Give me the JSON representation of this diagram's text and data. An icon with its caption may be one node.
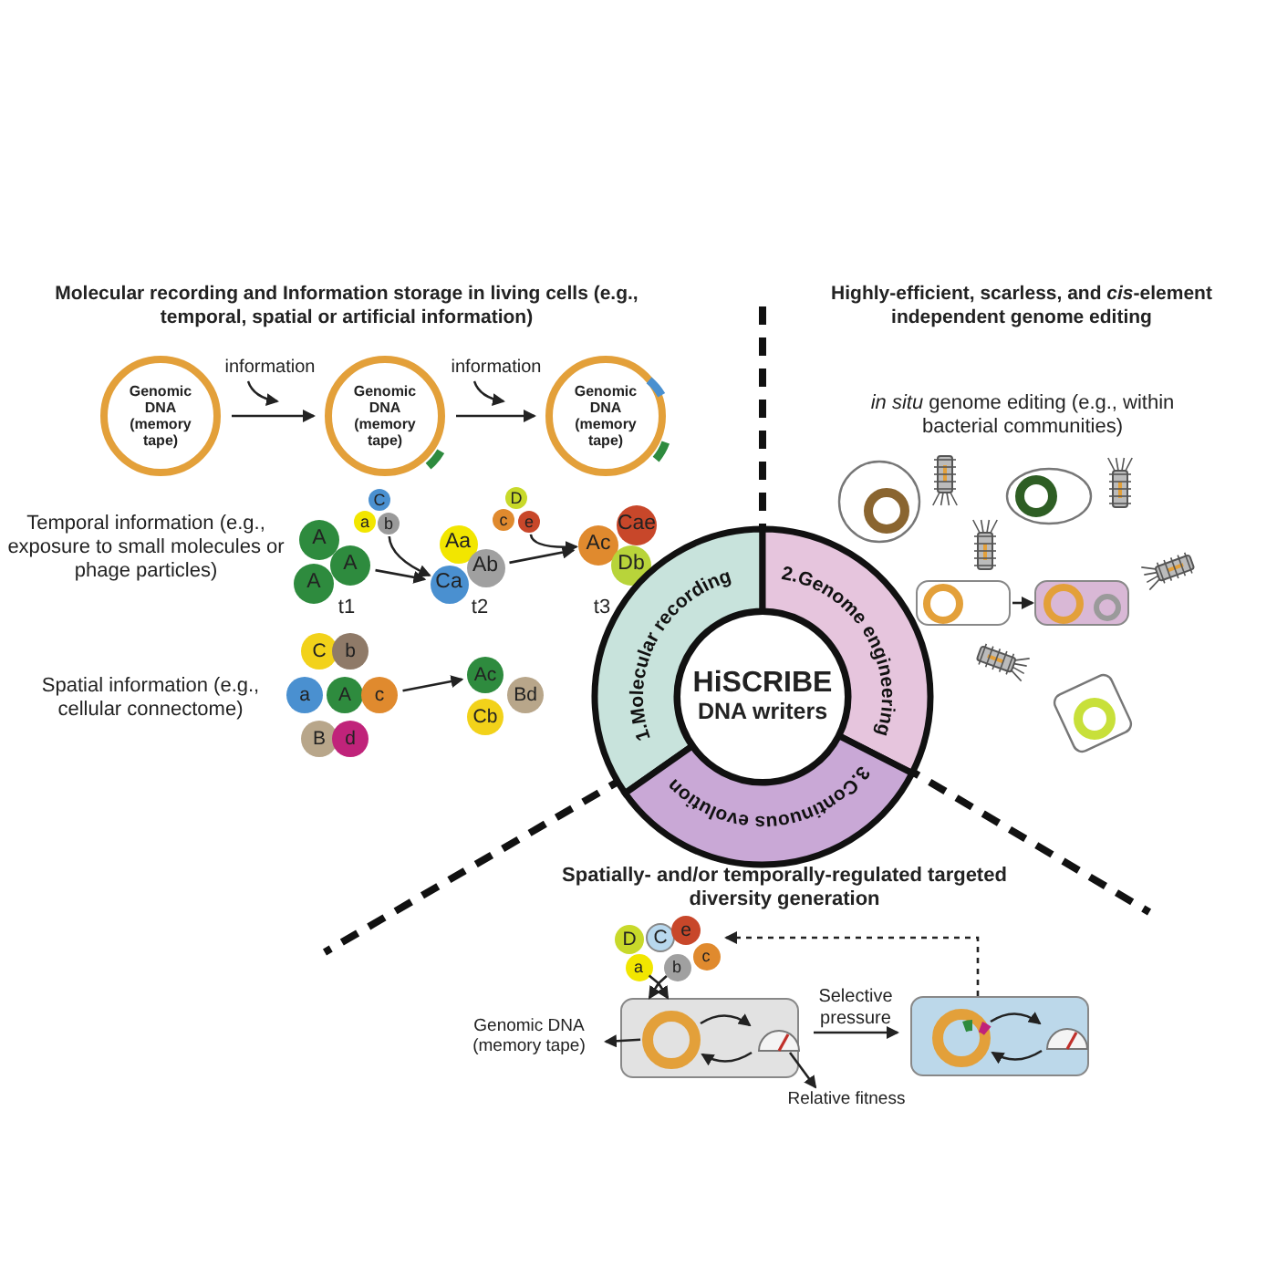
{
  "diagram": {
    "nodes": [
      {
        "text": [
          "Genomic DNA (memory tape)"
        ]
      },
      {
        "text": [
          "Genomic DNA (memory tape)"
        ]
      },
      {
        "text": [
          "Genomic DNA (memory tape)"
        ]
      },
      {
        "text": [
          "A"
        ]
      },
      {
        "text": [
          "A"
        ]
      },
      {
        "text": [
          "A"
        ]
      },
      {
        "text": [
          "a"
        ]
      },
      {
        "text": [
          "C"
        ]
      },
      {
        "text": [
          "b"
        ]
      },
      {
        "text": [
          "Aa"
        ]
      },
      {
        "text": [
          "Ab"
        ]
      },
      {
        "text": [
          "Ca"
        ]
      },
      {
        "text": [
          "D"
        ]
      },
      {
        "text": [
          "c"
        ]
      },
      {
        "text": [
          "e"
        ]
      },
      {
        "text": [
          "Ac"
        ]
      },
      {
        "text": [
          "Cae"
        ]
      },
      {
        "text": [
          "Db"
        ]
      },
      {
        "text": [
          "C"
        ]
      },
      {
        "text": [
          "b"
        ]
      },
      {
        "text": [
          "a"
        ]
      },
      {
        "text": [
          "A"
        ]
      },
      {
        "text": [
          "c"
        ]
      },
      {
        "text": [
          "B"
        ]
      },
      {
        "text": [
          "d"
        ]
      },
      {
        "text": [
          "Ac"
        ]
      },
      {
        "text": [
          "Bd"
        ]
      },
      {
        "text": [
          "Cb"
        ]
      },
      {
        "text": [
          "1.Molecular recording"
        ]
      },
      {
        "text": [
          "2.Genome engineering"
        ]
      },
      {
        "text": [
          "3.Continuous evolution"
        ]
      },
      {
        "text": [
          "HiSCRIBE",
          "DNA writers"
        ]
      },
      {
        "text": [],
        "shape": "box"
      },
      {
        "text": [],
        "shape": "box"
      },
      {
        "text": [
          "D"
        ]
      },
      {
        "text": [
          "C"
        ]
      },
      {
        "text": [
          "e"
        ]
      },
      {
        "text": [
          "a"
        ]
      },
      {
        "text": [
          "b"
        ]
      },
      {
        "text": [
          "c"
        ]
      },
      {
        "text": [],
        "shape": "box"
      },
      {
        "text": [],
        "shape": "circle",
        "in": 40
      },
      {
        "text": [],
        "shape": "picture",
        "in": 40
      },
      {
        "text": [
          "Genomic DNA (memory tape)"
        ]
      },
      {
        "text": [
          "Relative fitness"
        ]
      },
      {
        "text": [],
        "shape": "box"
      },
      {
        "text": [],
        "shape": "circle",
        "in": 45
      },
      {
        "text": [],
        "shape": "picture",
        "in": 45
      }
    ],
    "edges": [
      {
        "from": 0,
        "to": 1,
        "arrow": "to",
        "label": "information"
      },
      {
        "from": 1,
        "to": 2,
        "arrow": "to",
        "label": "information"
      },
      {
        "from": 4,
        "to": 11,
        "arrow": "to"
      },
      {
        "from": 10,
        "to": 15,
        "arrow": "to"
      },
      {
        "from": 22,
        "to": 25,
        "arrow": "to"
      },
      {
        "from": 32,
        "to": 33,
        "arrow": "to"
      },
      {
        "from": 37,
        "to": 40,
        "arrow": "to"
      },
      {
        "from": 38,
        "to": 40,
        "arrow": "to"
      },
      {
        "from": 41,
        "to": 43,
        "arrow": "to"
      },
      {
        "from": 42,
        "to": 44,
        "arrow": "to"
      },
      {
        "from": 41,
        "to": 42,
        "arrow": "to"
      },
      {
        "from": 42,
        "to": 41,
        "arrow": "to"
      },
      {
        "from": 40,
        "to": 45,
        "arrow": "to",
        "label": "Selective pressure"
      },
      {
        "from": 46,
        "to": 47,
        "arrow": "to"
      },
      {
        "from": 47,
        "to": 46,
        "arrow": "to"
      },
      {
        "from": 45,
        "to": 39,
        "arrow": "to",
        "style": "dashed"
      },
      {
        "from": 8,
        "to": 11,
        "arrow": "to"
      },
      {
        "from": 14,
        "to": 15,
        "arrow": "to"
      }
    ],
    "labels": [
      "Molecular recording and Information storage in living cells (e.g., temporal, spatial or artificial information)",
      "Highly-efficient, scarless, and *cis*-element independent genome editing",
      "Temporal information (e.g., exposure to small molecules or phage particles)",
      "t1",
      "t2",
      "t3",
      "*in situ* genome editing (e.g., within bacterial communities)",
      "Spatial information (e.g., cellular connectome)",
      "Spatially- and/or temporally-regulated targeted diversity generation"
    ]
  }
}
